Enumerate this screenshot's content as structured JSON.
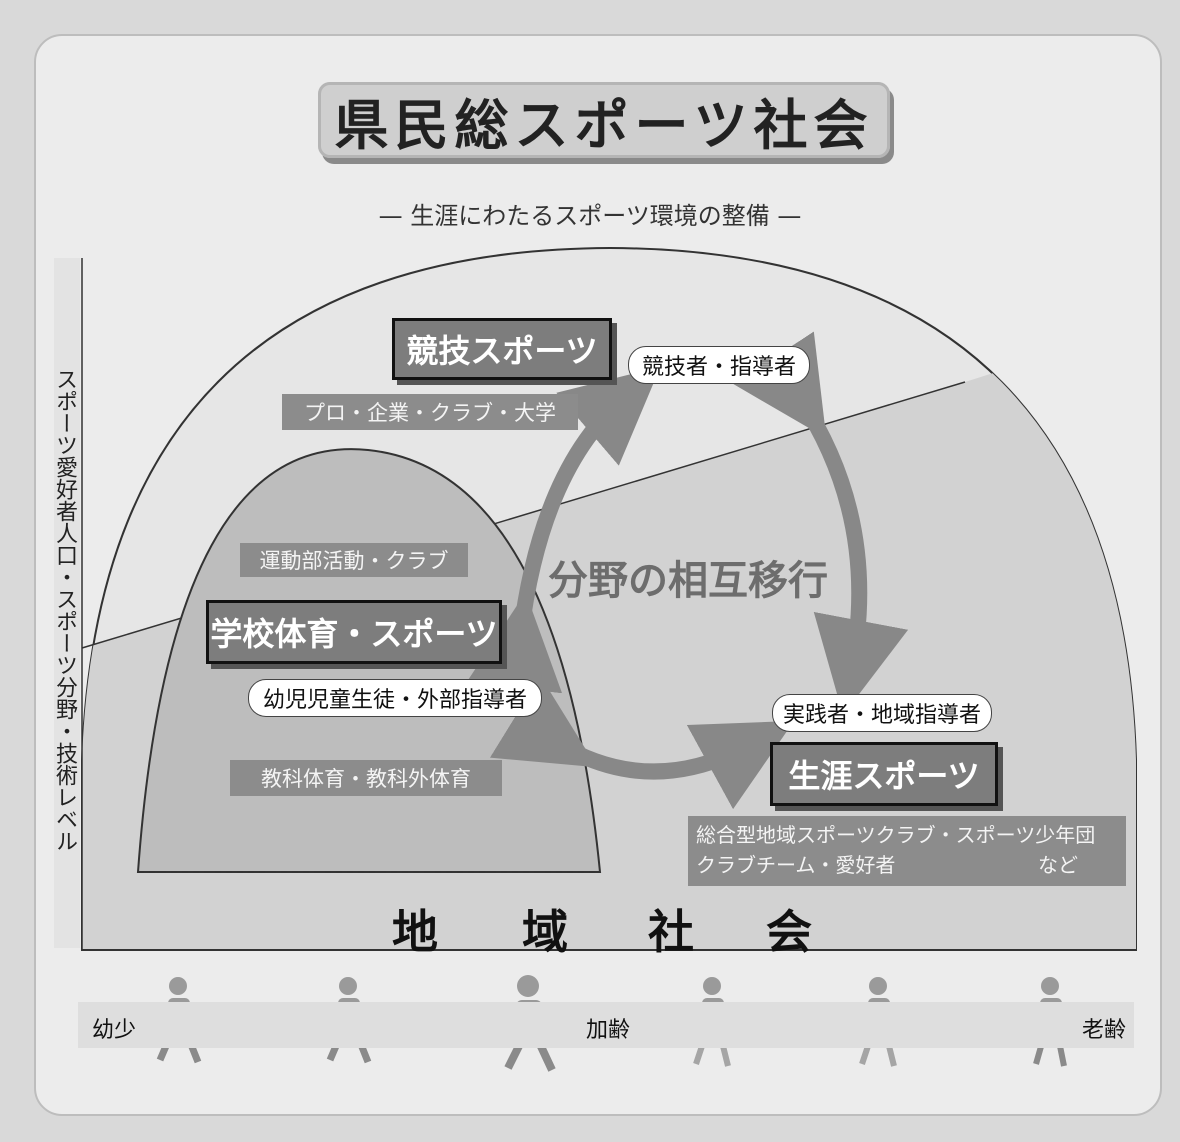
{
  "title": "県民総スポーツ社会",
  "subtitle": "— 生涯にわたるスポーツ環境の整備 —",
  "y_axis_label": "スポーツ愛好者人口・スポーツ分野・技術レベル",
  "competitive": {
    "title": "競技スポーツ",
    "sub": "プロ・企業・クラブ・大学",
    "people": "競技者・指導者"
  },
  "school": {
    "club": "運動部活動・クラブ",
    "title": "学校体育・スポーツ",
    "people": "幼児児童生徒・外部指導者",
    "subjects": "教科体育・教科外体育"
  },
  "lifelong": {
    "people": "実践者・地域指導者",
    "title": "生涯スポーツ",
    "sub_line1": "総合型地域スポーツクラブ・スポーツ少年団",
    "sub_line2": "クラブチーム・愛好者",
    "sub_etc": "など"
  },
  "mutual_transfer": "分野の相互移行",
  "community": [
    "地",
    "域",
    "社",
    "会"
  ],
  "age": {
    "young": "幼少",
    "aging": "加齢",
    "old": "老齢"
  },
  "colors": {
    "box_fill": "#7d7d7d",
    "arrow": "#888888",
    "background": "#ececec"
  }
}
